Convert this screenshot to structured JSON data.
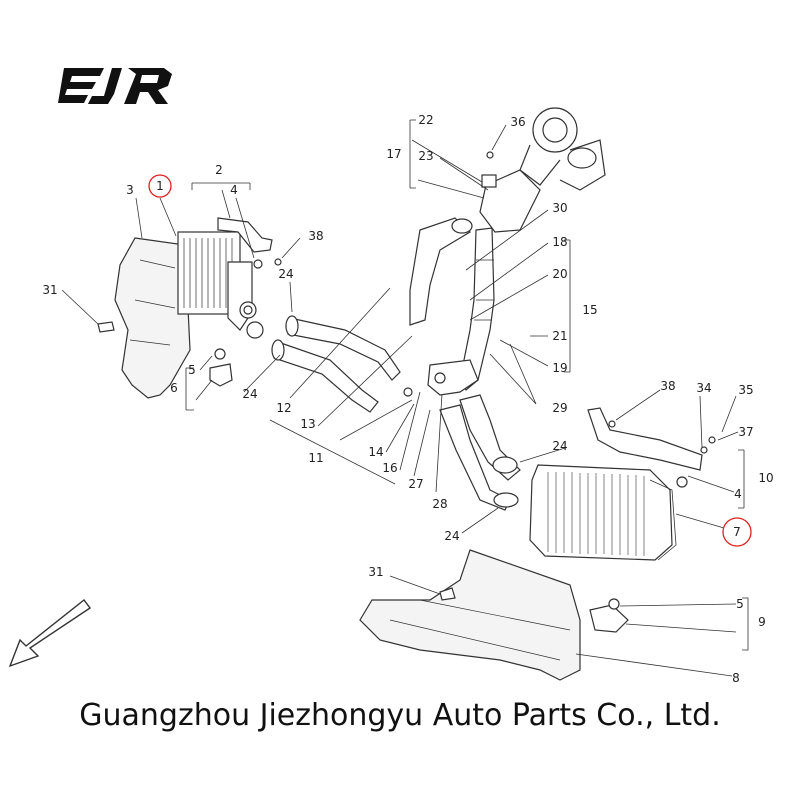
{
  "brand": {
    "logo_text": "EJR"
  },
  "footer": {
    "company": "Guangzhou Jiezhongyu Auto Parts Co., Ltd."
  },
  "callouts": {
    "n1": "1",
    "n2": "2",
    "n3": "3",
    "n4a": "4",
    "n4b": "4",
    "n5a": "5",
    "n5b": "5",
    "n6": "6",
    "n7": "7",
    "n8": "8",
    "n9": "9",
    "n10": "10",
    "n11": "11",
    "n12": "12",
    "n13": "13",
    "n14": "14",
    "n15": "15",
    "n16": "16",
    "n17": "17",
    "n18": "18",
    "n19": "19",
    "n20": "20",
    "n21": "21",
    "n22": "22",
    "n23": "23",
    "n24a": "24",
    "n24b": "24",
    "n24c": "24",
    "n24d": "24",
    "n27": "27",
    "n28": "28",
    "n29": "29",
    "n30": "30",
    "n31a": "31",
    "n31b": "31",
    "n34": "34",
    "n35": "35",
    "n36": "36",
    "n37": "37",
    "n38a": "38",
    "n38b": "38"
  },
  "highlight_color": "#e02020"
}
